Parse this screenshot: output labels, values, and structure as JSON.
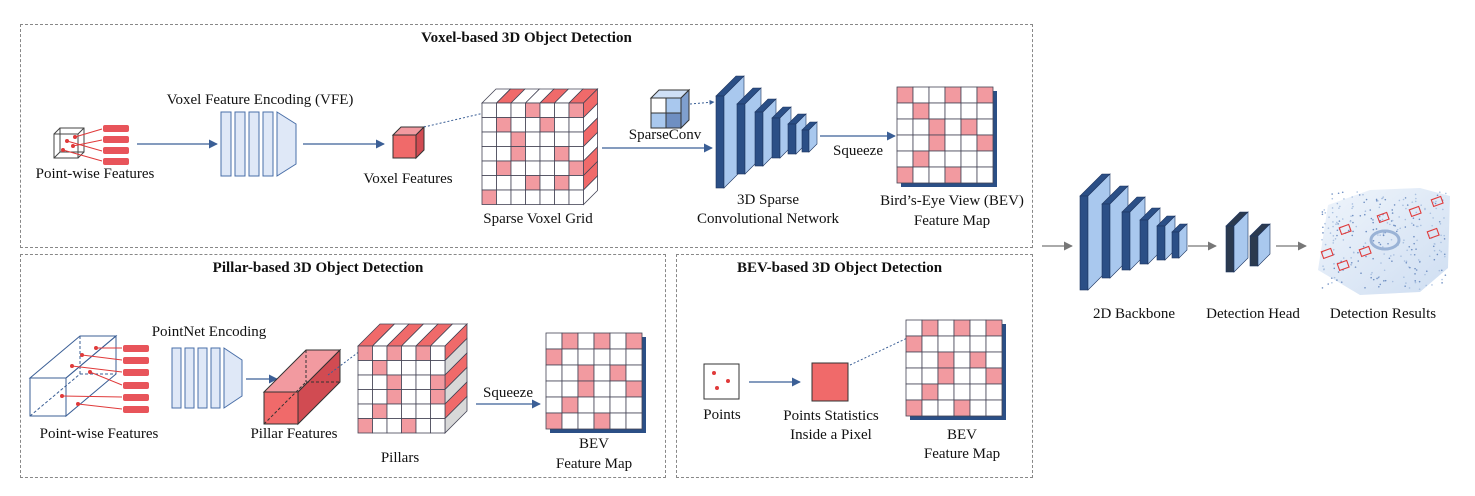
{
  "panels": {
    "voxel": {
      "title": "Voxel-based 3D Object Detection"
    },
    "pillar": {
      "title": "Pillar-based 3D Object Detection"
    },
    "bev": {
      "title": "BEV-based 3D Object Detection"
    }
  },
  "labels": {
    "vfe": "Voxel Feature Encoding (VFE)",
    "voxel_pointwise": "Point-wise Features",
    "voxel_features": "Voxel Features",
    "sparse_voxel_grid": "Sparse Voxel Grid",
    "sparseconv": "SparseConv",
    "sparse_net_l1": "3D Sparse",
    "sparse_net_l2": "Convolutional Network",
    "squeeze_voxel": "Squeeze",
    "bev_map_l1": "Bird’s-Eye View (BEV)",
    "bev_map_l2": "Feature Map",
    "pointnet": "PointNet Encoding",
    "pillar_pointwise": "Point-wise Features",
    "pillar_features": "Pillar Features",
    "pillars": "Pillars",
    "squeeze_pillar": "Squeeze",
    "pillar_bev_l1": "BEV",
    "pillar_bev_l2": "Feature Map",
    "points": "Points",
    "points_stats_l1": "Points Statistics",
    "points_stats_l2": "Inside a Pixel",
    "bev_bev_l1": "BEV",
    "bev_bev_l2": "Feature Map",
    "backbone": "2D Backbone",
    "head": "Detection Head",
    "results": "Detection Results"
  },
  "colors": {
    "accent_red": "#f06a6a",
    "feature_red": "#e8545a",
    "cell_pink": "#f29aa0",
    "block_blue": "#2b4f86",
    "block_light": "#a9c8ee",
    "encoder_fill": "#dfe8f7",
    "encoder_stroke": "#4a6fa8",
    "arrow": "#3b5f96"
  }
}
